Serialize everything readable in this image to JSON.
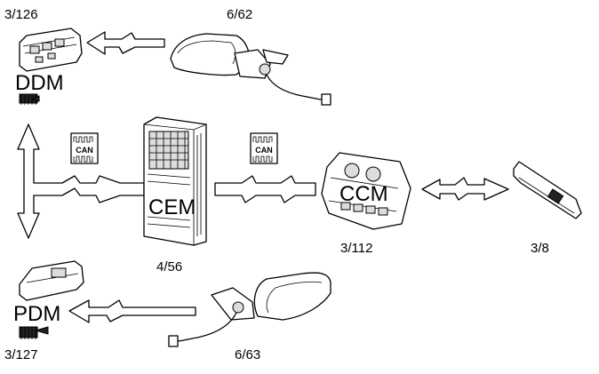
{
  "modules": {
    "ddm": {
      "name": "DDM",
      "ref": "3/126"
    },
    "pdm": {
      "name": "PDM",
      "ref": "3/127"
    },
    "cem": {
      "name": "CEM",
      "ref": "4/56"
    },
    "ccm": {
      "name": "CCM",
      "ref": "3/112"
    },
    "switch": {
      "ref": "3/8"
    },
    "mirror_left": {
      "ref": "6/62"
    },
    "mirror_right": {
      "ref": "6/63"
    }
  },
  "can_label": "CAN"
}
